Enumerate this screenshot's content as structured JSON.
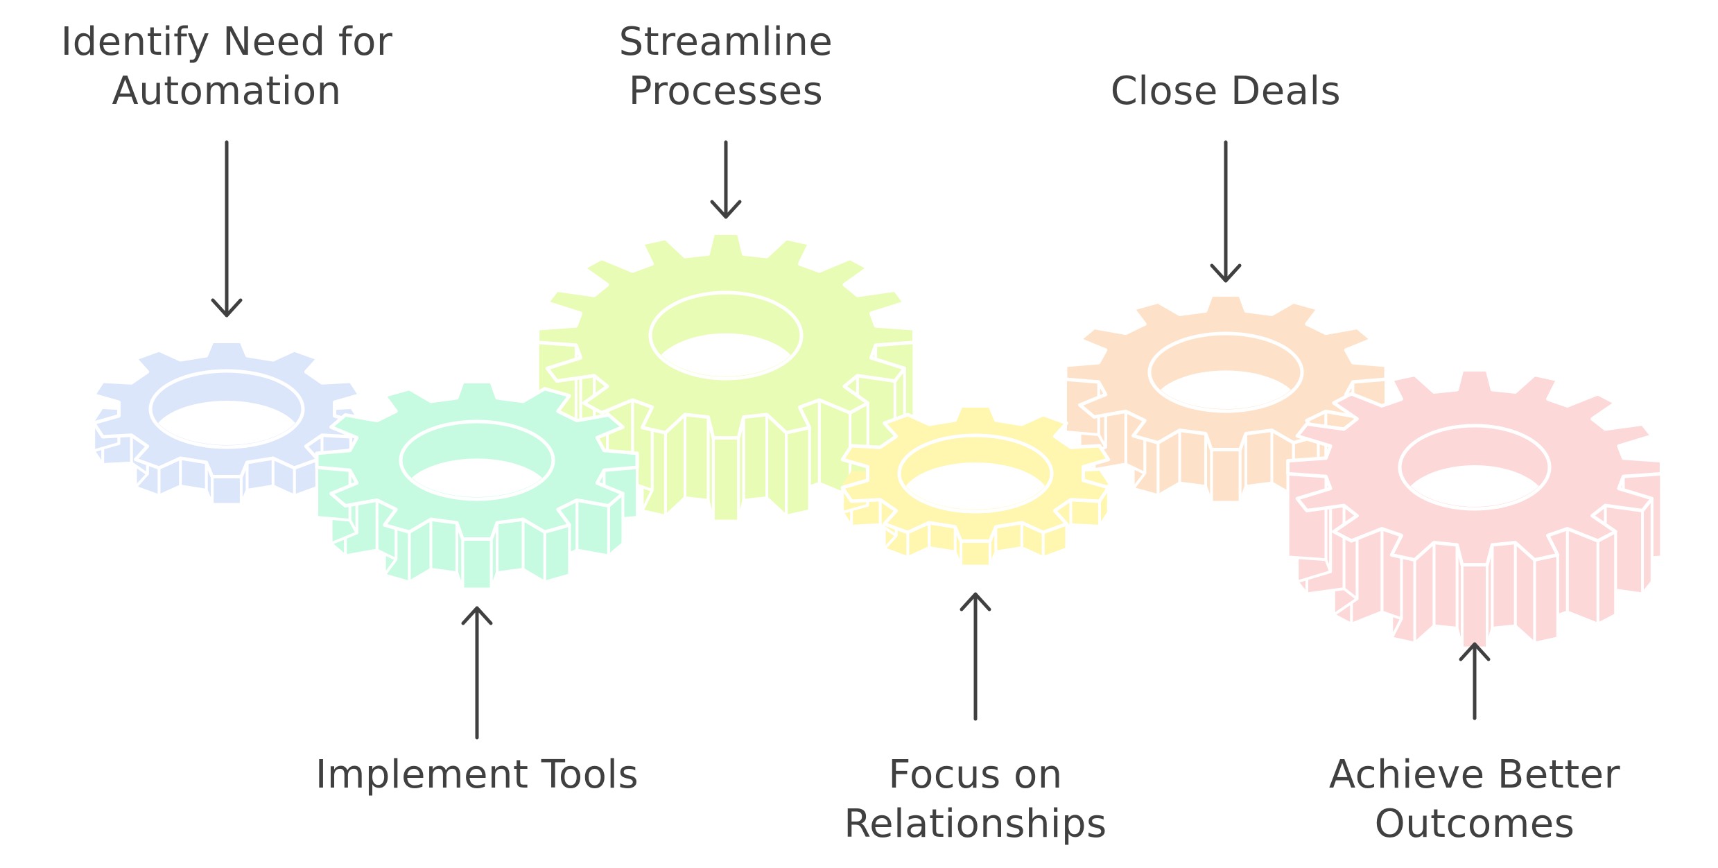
{
  "diagram": {
    "type": "gear-process",
    "steps": [
      {
        "id": "identify",
        "lines": [
          "Identify Need for",
          "Automation"
        ],
        "label_position": "top",
        "color": "#dbe6fb",
        "teeth": 10
      },
      {
        "id": "implement",
        "lines": [
          "Implement Tools"
        ],
        "label_position": "bottom",
        "color": "#c6fbe2",
        "teeth": 12
      },
      {
        "id": "streamline",
        "lines": [
          "Streamline",
          "Processes"
        ],
        "label_position": "top",
        "color": "#e9fcb5",
        "teeth": 16
      },
      {
        "id": "focus",
        "lines": [
          "Focus on",
          "Relationships"
        ],
        "label_position": "bottom",
        "color": "#fff6b0",
        "teeth": 10
      },
      {
        "id": "close",
        "lines": [
          "Close Deals"
        ],
        "label_position": "top",
        "color": "#fde2c9",
        "teeth": 12
      },
      {
        "id": "achieve",
        "lines": [
          "Achieve Better",
          "Outcomes"
        ],
        "label_position": "bottom",
        "color": "#fdd8d9",
        "teeth": 16
      }
    ],
    "text_color": "#404040",
    "arrow_color": "#404040"
  }
}
